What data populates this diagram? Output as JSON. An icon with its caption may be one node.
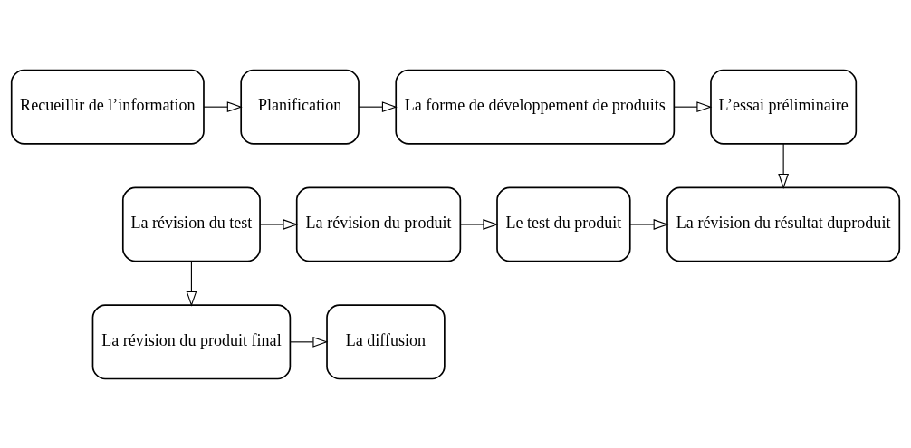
{
  "diagram": {
    "nodes": [
      {
        "text": [
          "Recueillir de l’information"
        ]
      },
      {
        "text": [
          "Planification"
        ]
      },
      {
        "text": [
          "La forme de développement de produits"
        ]
      },
      {
        "text": [
          "L’essai préliminaire"
        ]
      },
      {
        "text": [
          "La révision du test"
        ]
      },
      {
        "text": [
          "La révision du produit"
        ]
      },
      {
        "text": [
          "Le test du produit"
        ]
      },
      {
        "text": [
          "La révision du résultat duproduit"
        ]
      },
      {
        "text": [
          "La révision du produit final"
        ]
      },
      {
        "text": [
          "La diffusion"
        ]
      }
    ],
    "edges": [
      {
        "from": 0,
        "to": 1,
        "arrow": "to"
      },
      {
        "from": 1,
        "to": 2,
        "arrow": "to"
      },
      {
        "from": 2,
        "to": 3,
        "arrow": "to"
      },
      {
        "from": 3,
        "to": 7,
        "arrow": "to"
      },
      {
        "from": 4,
        "to": 5,
        "arrow": "to"
      },
      {
        "from": 5,
        "to": 6,
        "arrow": "to"
      },
      {
        "from": 6,
        "to": 7,
        "arrow": "to"
      },
      {
        "from": 4,
        "to": 8,
        "arrow": "to"
      },
      {
        "from": 8,
        "to": 9,
        "arrow": "to"
      }
    ]
  }
}
